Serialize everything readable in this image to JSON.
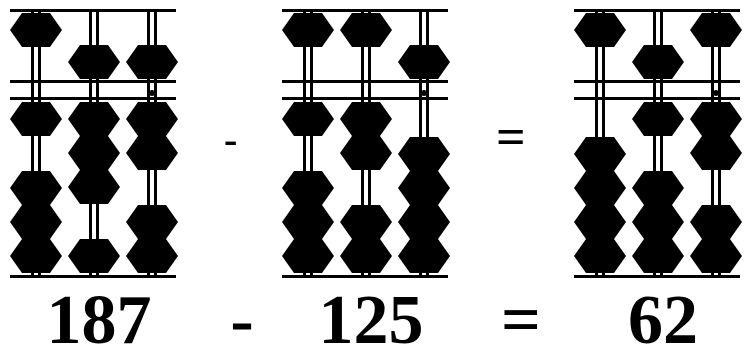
{
  "abacuses": [
    {
      "id": "minuend",
      "digits": [
        1,
        8,
        7
      ]
    },
    {
      "id": "subtrahend",
      "digits": [
        1,
        2,
        5
      ]
    },
    {
      "id": "result",
      "digits": [
        0,
        6,
        2
      ]
    }
  ],
  "operator_symbol": "-",
  "equals_symbol": "=",
  "equation": {
    "a": "187",
    "op": "-",
    "b": "125",
    "eq": "=",
    "c": "62"
  },
  "colors": {
    "bead": "#000000",
    "frame": "#000000",
    "background": "#ffffff"
  }
}
